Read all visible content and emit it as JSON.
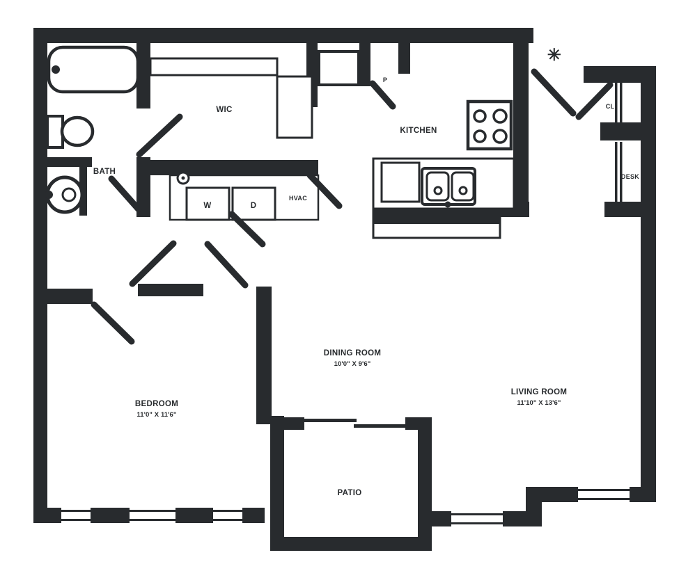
{
  "palette": {
    "ink": "#282b2e",
    "bg": "#ffffff"
  },
  "rooms": {
    "bath": {
      "label": "BATH"
    },
    "wic": {
      "label": "WIC"
    },
    "laundry": {
      "washer": "W",
      "dryer": "D"
    },
    "hvac": {
      "label": "HVAC"
    },
    "pantry": {
      "label": "P"
    },
    "kitchen": {
      "label": "KITCHEN"
    },
    "entry": {
      "symbol": "✳"
    },
    "closet": {
      "label": "CL"
    },
    "desk": {
      "label": "DESK"
    },
    "dining": {
      "label": "DINING ROOM",
      "dimensions": "10'0\" X 9'6\""
    },
    "living": {
      "label": "LIVING ROOM",
      "dimensions": "11'10\" X 13'6\""
    },
    "bedroom": {
      "label": "BEDROOM",
      "dimensions": "11'0\" X 11'6\""
    },
    "patio": {
      "label": "PATIO"
    }
  }
}
